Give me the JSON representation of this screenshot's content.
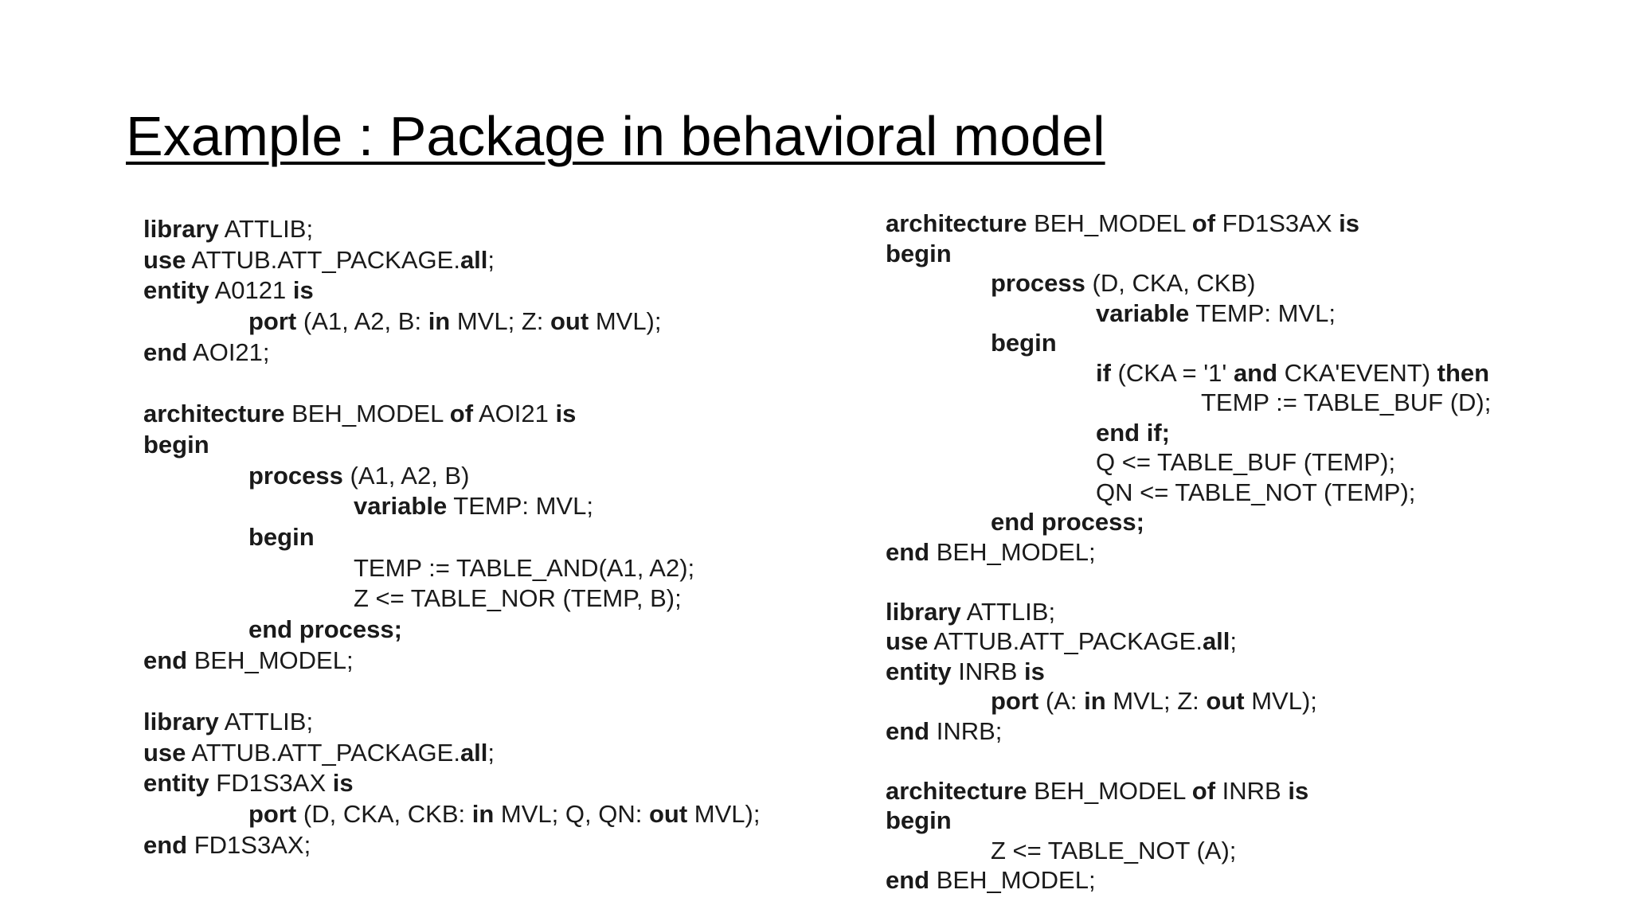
{
  "slide": {
    "title": "Example : Package in behavioral model"
  },
  "left_column": [
    {
      "indent": 0,
      "segments": [
        {
          "k": true,
          "t": "library"
        },
        {
          "k": false,
          "t": " ATTLIB;"
        }
      ]
    },
    {
      "indent": 0,
      "segments": [
        {
          "k": true,
          "t": "use"
        },
        {
          "k": false,
          "t": " ATTUB.ATT_PACKAGE."
        },
        {
          "k": true,
          "t": "all"
        },
        {
          "k": false,
          "t": ";"
        }
      ]
    },
    {
      "indent": 0,
      "segments": [
        {
          "k": true,
          "t": "entity"
        },
        {
          "k": false,
          "t": " A0121 "
        },
        {
          "k": true,
          "t": "is"
        }
      ]
    },
    {
      "indent": 1,
      "segments": [
        {
          "k": true,
          "t": "port"
        },
        {
          "k": false,
          "t": " (A1, A2, B: "
        },
        {
          "k": true,
          "t": "in"
        },
        {
          "k": false,
          "t": " MVL; Z: "
        },
        {
          "k": true,
          "t": "out"
        },
        {
          "k": false,
          "t": " MVL);"
        }
      ]
    },
    {
      "indent": 0,
      "segments": [
        {
          "k": true,
          "t": "end"
        },
        {
          "k": false,
          "t": " AOI21;"
        }
      ]
    },
    {
      "indent": 0,
      "segments": []
    },
    {
      "indent": 0,
      "segments": [
        {
          "k": true,
          "t": "architecture"
        },
        {
          "k": false,
          "t": " BEH_MODEL "
        },
        {
          "k": true,
          "t": "of"
        },
        {
          "k": false,
          "t": " AOI21 "
        },
        {
          "k": true,
          "t": "is"
        }
      ]
    },
    {
      "indent": 0,
      "segments": [
        {
          "k": true,
          "t": "begin"
        }
      ]
    },
    {
      "indent": 1,
      "segments": [
        {
          "k": true,
          "t": "process"
        },
        {
          "k": false,
          "t": " (A1, A2, B)"
        }
      ]
    },
    {
      "indent": 2,
      "segments": [
        {
          "k": true,
          "t": "variable"
        },
        {
          "k": false,
          "t": " TEMP: MVL;"
        }
      ]
    },
    {
      "indent": 1,
      "segments": [
        {
          "k": true,
          "t": "begin"
        }
      ]
    },
    {
      "indent": 2,
      "segments": [
        {
          "k": false,
          "t": "TEMP := TABLE_AND(A1, A2);"
        }
      ]
    },
    {
      "indent": 2,
      "segments": [
        {
          "k": false,
          "t": "Z <= TABLE_NOR (TEMP, B);"
        }
      ]
    },
    {
      "indent": 1,
      "segments": [
        {
          "k": true,
          "t": "end process;"
        }
      ]
    },
    {
      "indent": 0,
      "segments": [
        {
          "k": true,
          "t": "end"
        },
        {
          "k": false,
          "t": " BEH_MODEL;"
        }
      ]
    },
    {
      "indent": 0,
      "segments": []
    },
    {
      "indent": 0,
      "segments": [
        {
          "k": true,
          "t": "library"
        },
        {
          "k": false,
          "t": " ATTLIB;"
        }
      ]
    },
    {
      "indent": 0,
      "segments": [
        {
          "k": true,
          "t": "use"
        },
        {
          "k": false,
          "t": " ATTUB.ATT_PACKAGE."
        },
        {
          "k": true,
          "t": "all"
        },
        {
          "k": false,
          "t": ";"
        }
      ]
    },
    {
      "indent": 0,
      "segments": [
        {
          "k": true,
          "t": "entity"
        },
        {
          "k": false,
          "t": " FD1S3AX "
        },
        {
          "k": true,
          "t": "is"
        }
      ]
    },
    {
      "indent": 1,
      "segments": [
        {
          "k": true,
          "t": "port"
        },
        {
          "k": false,
          "t": " (D, CKA, CKB: "
        },
        {
          "k": true,
          "t": "in"
        },
        {
          "k": false,
          "t": " MVL; Q, QN: "
        },
        {
          "k": true,
          "t": "out"
        },
        {
          "k": false,
          "t": " MVL);"
        }
      ]
    },
    {
      "indent": 0,
      "segments": [
        {
          "k": true,
          "t": "end"
        },
        {
          "k": false,
          "t": " FD1S3AX;"
        }
      ]
    }
  ],
  "right_column": [
    {
      "indent": 0,
      "segments": [
        {
          "k": true,
          "t": "architecture"
        },
        {
          "k": false,
          "t": " BEH_MODEL "
        },
        {
          "k": true,
          "t": "of"
        },
        {
          "k": false,
          "t": " FD1S3AX "
        },
        {
          "k": true,
          "t": "is"
        }
      ]
    },
    {
      "indent": 0,
      "segments": [
        {
          "k": true,
          "t": "begin"
        }
      ]
    },
    {
      "indent": 1,
      "segments": [
        {
          "k": true,
          "t": "process"
        },
        {
          "k": false,
          "t": " (D, CKA, CKB)"
        }
      ]
    },
    {
      "indent": 2,
      "segments": [
        {
          "k": true,
          "t": "variable"
        },
        {
          "k": false,
          "t": " TEMP: MVL;"
        }
      ]
    },
    {
      "indent": 1,
      "segments": [
        {
          "k": true,
          "t": "begin"
        }
      ]
    },
    {
      "indent": 2,
      "segments": [
        {
          "k": true,
          "t": "if"
        },
        {
          "k": false,
          "t": " (CKA = '1' "
        },
        {
          "k": true,
          "t": "and"
        },
        {
          "k": false,
          "t": " CKA'EVENT) "
        },
        {
          "k": true,
          "t": "then"
        }
      ]
    },
    {
      "indent": 3,
      "segments": [
        {
          "k": false,
          "t": "TEMP := TABLE_BUF (D);"
        }
      ]
    },
    {
      "indent": 2,
      "segments": [
        {
          "k": true,
          "t": "end if;"
        }
      ]
    },
    {
      "indent": 2,
      "segments": [
        {
          "k": false,
          "t": "Q <= TABLE_BUF (TEMP);"
        }
      ]
    },
    {
      "indent": 2,
      "segments": [
        {
          "k": false,
          "t": "QN <= TABLE_NOT (TEMP);"
        }
      ]
    },
    {
      "indent": 1,
      "segments": [
        {
          "k": true,
          "t": "end process;"
        }
      ]
    },
    {
      "indent": 0,
      "segments": [
        {
          "k": true,
          "t": "end"
        },
        {
          "k": false,
          "t": " BEH_MODEL;"
        }
      ]
    },
    {
      "indent": 0,
      "segments": []
    },
    {
      "indent": 0,
      "segments": [
        {
          "k": true,
          "t": "library"
        },
        {
          "k": false,
          "t": " ATTLIB;"
        }
      ]
    },
    {
      "indent": 0,
      "segments": [
        {
          "k": true,
          "t": "use"
        },
        {
          "k": false,
          "t": " ATTUB.ATT_PACKAGE."
        },
        {
          "k": true,
          "t": "all"
        },
        {
          "k": false,
          "t": ";"
        }
      ]
    },
    {
      "indent": 0,
      "segments": [
        {
          "k": true,
          "t": "entity"
        },
        {
          "k": false,
          "t": " INRB "
        },
        {
          "k": true,
          "t": "is"
        }
      ]
    },
    {
      "indent": 1,
      "segments": [
        {
          "k": true,
          "t": "port"
        },
        {
          "k": false,
          "t": " (A: "
        },
        {
          "k": true,
          "t": "in"
        },
        {
          "k": false,
          "t": " MVL; Z: "
        },
        {
          "k": true,
          "t": "out"
        },
        {
          "k": false,
          "t": " MVL);"
        }
      ]
    },
    {
      "indent": 0,
      "segments": [
        {
          "k": true,
          "t": "end"
        },
        {
          "k": false,
          "t": " INRB;"
        }
      ]
    },
    {
      "indent": 0,
      "segments": []
    },
    {
      "indent": 0,
      "segments": [
        {
          "k": true,
          "t": "architecture"
        },
        {
          "k": false,
          "t": " BEH_MODEL "
        },
        {
          "k": true,
          "t": "of"
        },
        {
          "k": false,
          "t": " INRB "
        },
        {
          "k": true,
          "t": "is"
        }
      ]
    },
    {
      "indent": 0,
      "segments": [
        {
          "k": true,
          "t": "begin"
        }
      ]
    },
    {
      "indent": 1,
      "segments": [
        {
          "k": false,
          "t": "Z <= TABLE_NOT (A);"
        }
      ]
    },
    {
      "indent": 0,
      "segments": [
        {
          "k": true,
          "t": "end"
        },
        {
          "k": false,
          "t": " BEH_MODEL;"
        }
      ]
    }
  ]
}
